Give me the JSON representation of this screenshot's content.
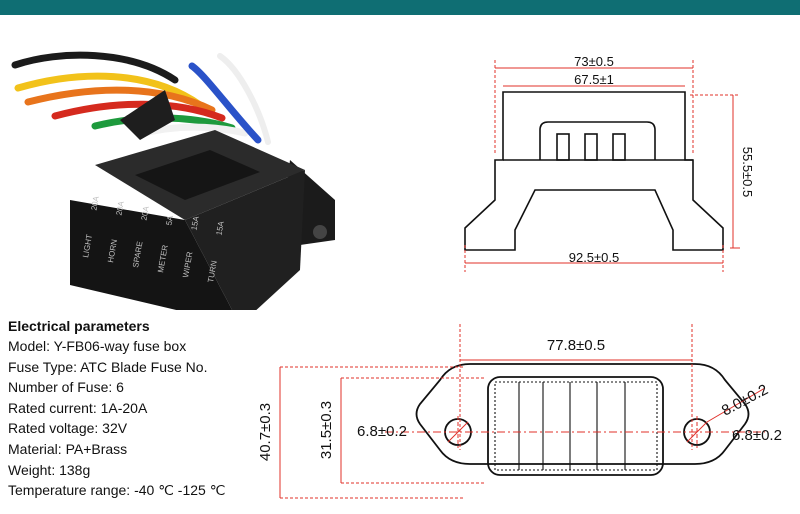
{
  "colors": {
    "accent_bar": "#0f6e73",
    "dimension_red": "#e0302a",
    "fuse_box": "#161616"
  },
  "fuse_labels": [
    {
      "name": "LIGHT",
      "rating": "20A"
    },
    {
      "name": "HORN",
      "rating": "20A"
    },
    {
      "name": "SPARE",
      "rating": "20A"
    },
    {
      "name": "METER",
      "rating": "5A"
    },
    {
      "name": "WIPER",
      "rating": "15A"
    },
    {
      "name": "TURN",
      "rating": "15A"
    }
  ],
  "top_view": {
    "width_outer": "73±0.5",
    "width_inner": "67.5±1",
    "height": "55.5±0.5",
    "base_width": "92.5±0.5"
  },
  "bottom_view": {
    "body_length": "77.8±0.5",
    "overall_height": "40.7±0.3",
    "body_height": "31.5±0.3",
    "left_hole": "6.8±0.2",
    "right_hole": "6.8±0.2",
    "ear_radius": "8.0±0.2"
  },
  "params": {
    "title": "Electrical parameters",
    "rows": [
      "Model: Y-FB06-way fuse box",
      "Fuse Type: ATC Blade Fuse No.",
      "Number of Fuse: 6",
      "Rated current: 1A-20A",
      "Rated voltage: 32V",
      "Material: PA+Brass",
      "Weight: 138g",
      "Temperature range: -40 ℃ -125 ℃"
    ]
  }
}
